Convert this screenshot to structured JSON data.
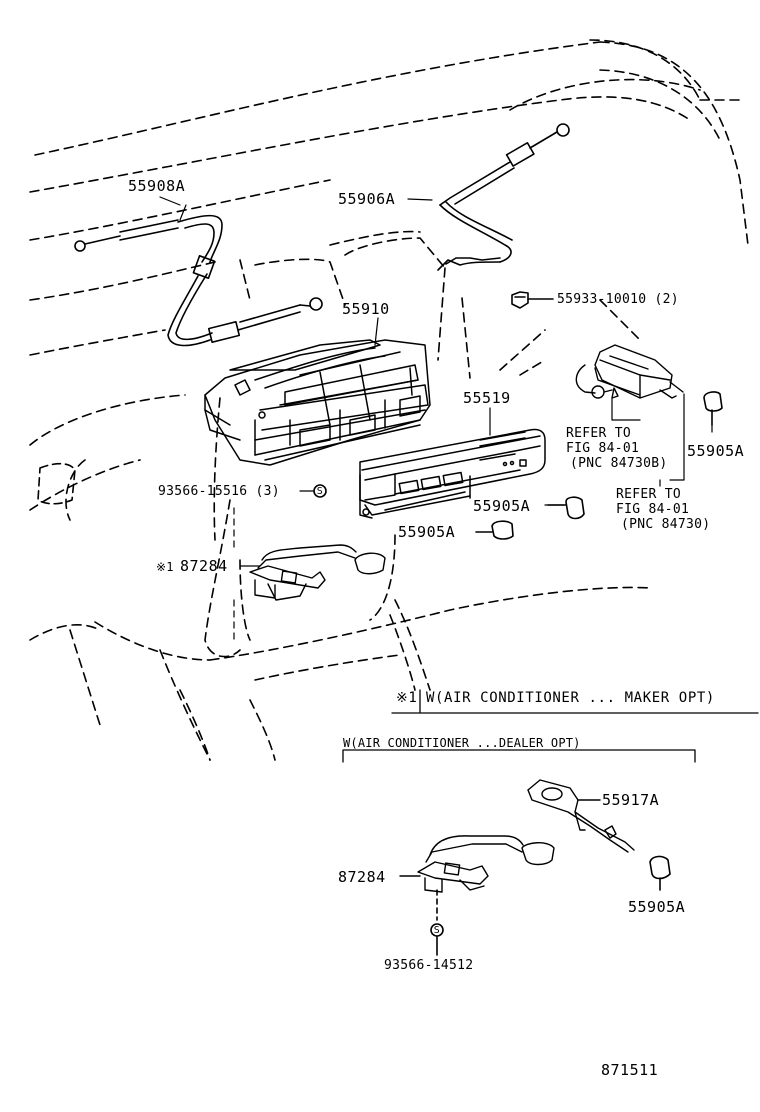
{
  "diagram": {
    "parts": {
      "p55908a": "55908A",
      "p55906a": "55906A",
      "p55910": "55910",
      "p55933": "55933-10010 (2)",
      "p55519": "55519",
      "p55905a_a": "55905A",
      "p55905a_b": "55905A",
      "p55905a_c": "55905A",
      "p93566_15516": "93566-15516 (3)",
      "p87284_top": "87284",
      "p87284_top_mark": "※1",
      "p55917a": "55917A",
      "p87284_bottom": "87284",
      "p55905a_bottom": "55905A",
      "p93566_14512": "93566-14512"
    },
    "refs": {
      "ref1_line1": "REFER TO",
      "ref1_line2": "FIG 84-01",
      "ref1_line3": "(PNC 84730B)",
      "ref2_line1": "REFER TO",
      "ref2_line2": "FIG 84-01",
      "ref2_line3": "(PNC 84730)"
    },
    "notes": {
      "maker_mark": "※1",
      "maker_note": "W(AIR CONDITIONER ... MAKER OPT)",
      "dealer_note": "W(AIR CONDITIONER ...DEALER OPT)",
      "screw_symbol": "S"
    },
    "figure_number": "871511"
  }
}
